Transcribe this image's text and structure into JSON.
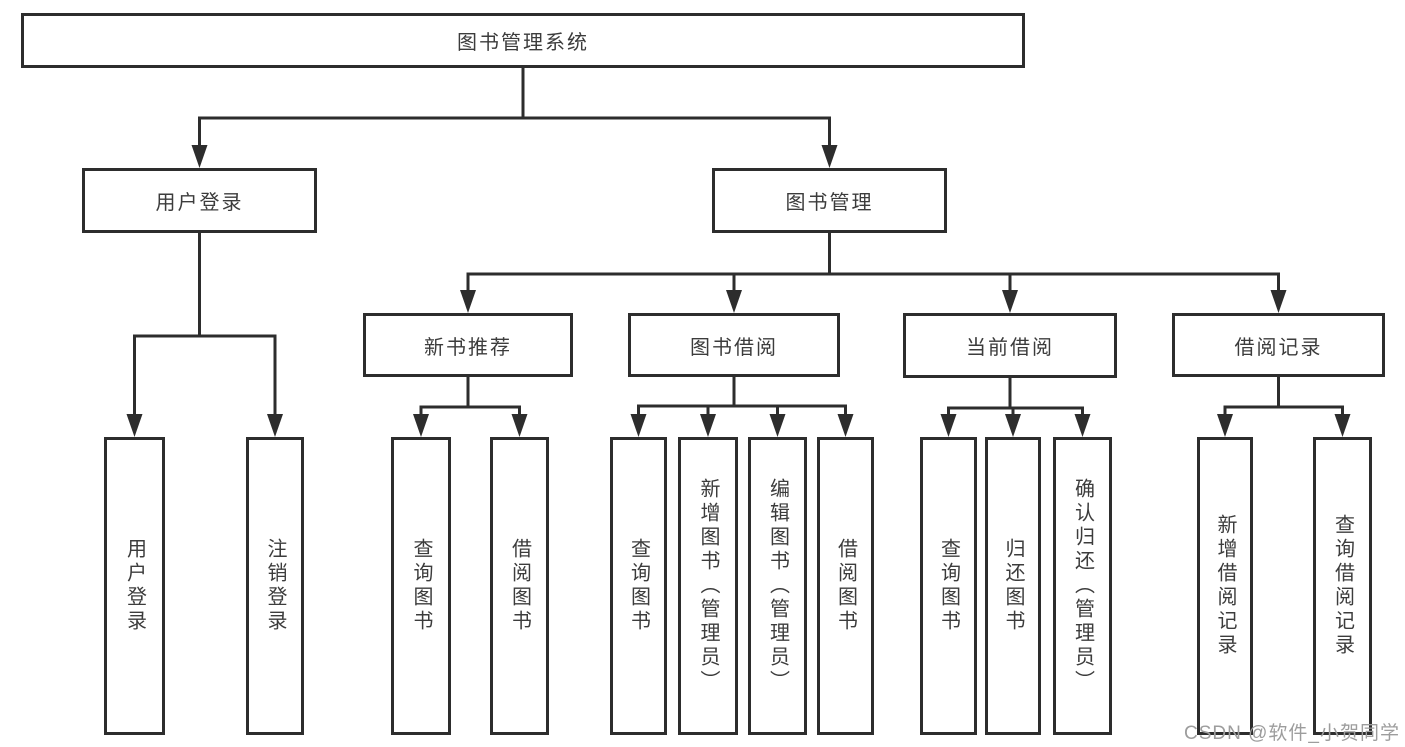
{
  "watermark": "CSDN @软件_小贺同学",
  "colors": {
    "line": "#2d2d2d",
    "node_border": "#2d2d2d",
    "node_fill": "#ffffff",
    "text": "#3c3c3c",
    "watermark_text": "#9d9d9d",
    "background": "#ffffff"
  },
  "tree": {
    "root": {
      "label": "图书管理系统",
      "children": [
        {
          "label": "用户登录",
          "children": [
            {
              "label": "用户登录"
            },
            {
              "label": "注销登录"
            }
          ]
        },
        {
          "label": "图书管理",
          "children": [
            {
              "label": "新书推荐",
              "children": [
                {
                  "label": "查询图书"
                },
                {
                  "label": "借阅图书"
                }
              ]
            },
            {
              "label": "图书借阅",
              "children": [
                {
                  "label": "查询图书"
                },
                {
                  "label": "新增图书（管理员）"
                },
                {
                  "label": "编辑图书（管理员）"
                },
                {
                  "label": "借阅图书"
                }
              ]
            },
            {
              "label": "当前借阅",
              "children": [
                {
                  "label": "查询图书"
                },
                {
                  "label": "归还图书"
                },
                {
                  "label": "确认归还（管理员）"
                }
              ]
            },
            {
              "label": "借阅记录",
              "children": [
                {
                  "label": "新增借阅记录"
                },
                {
                  "label": "查询借阅记录"
                }
              ]
            }
          ]
        }
      ]
    }
  }
}
